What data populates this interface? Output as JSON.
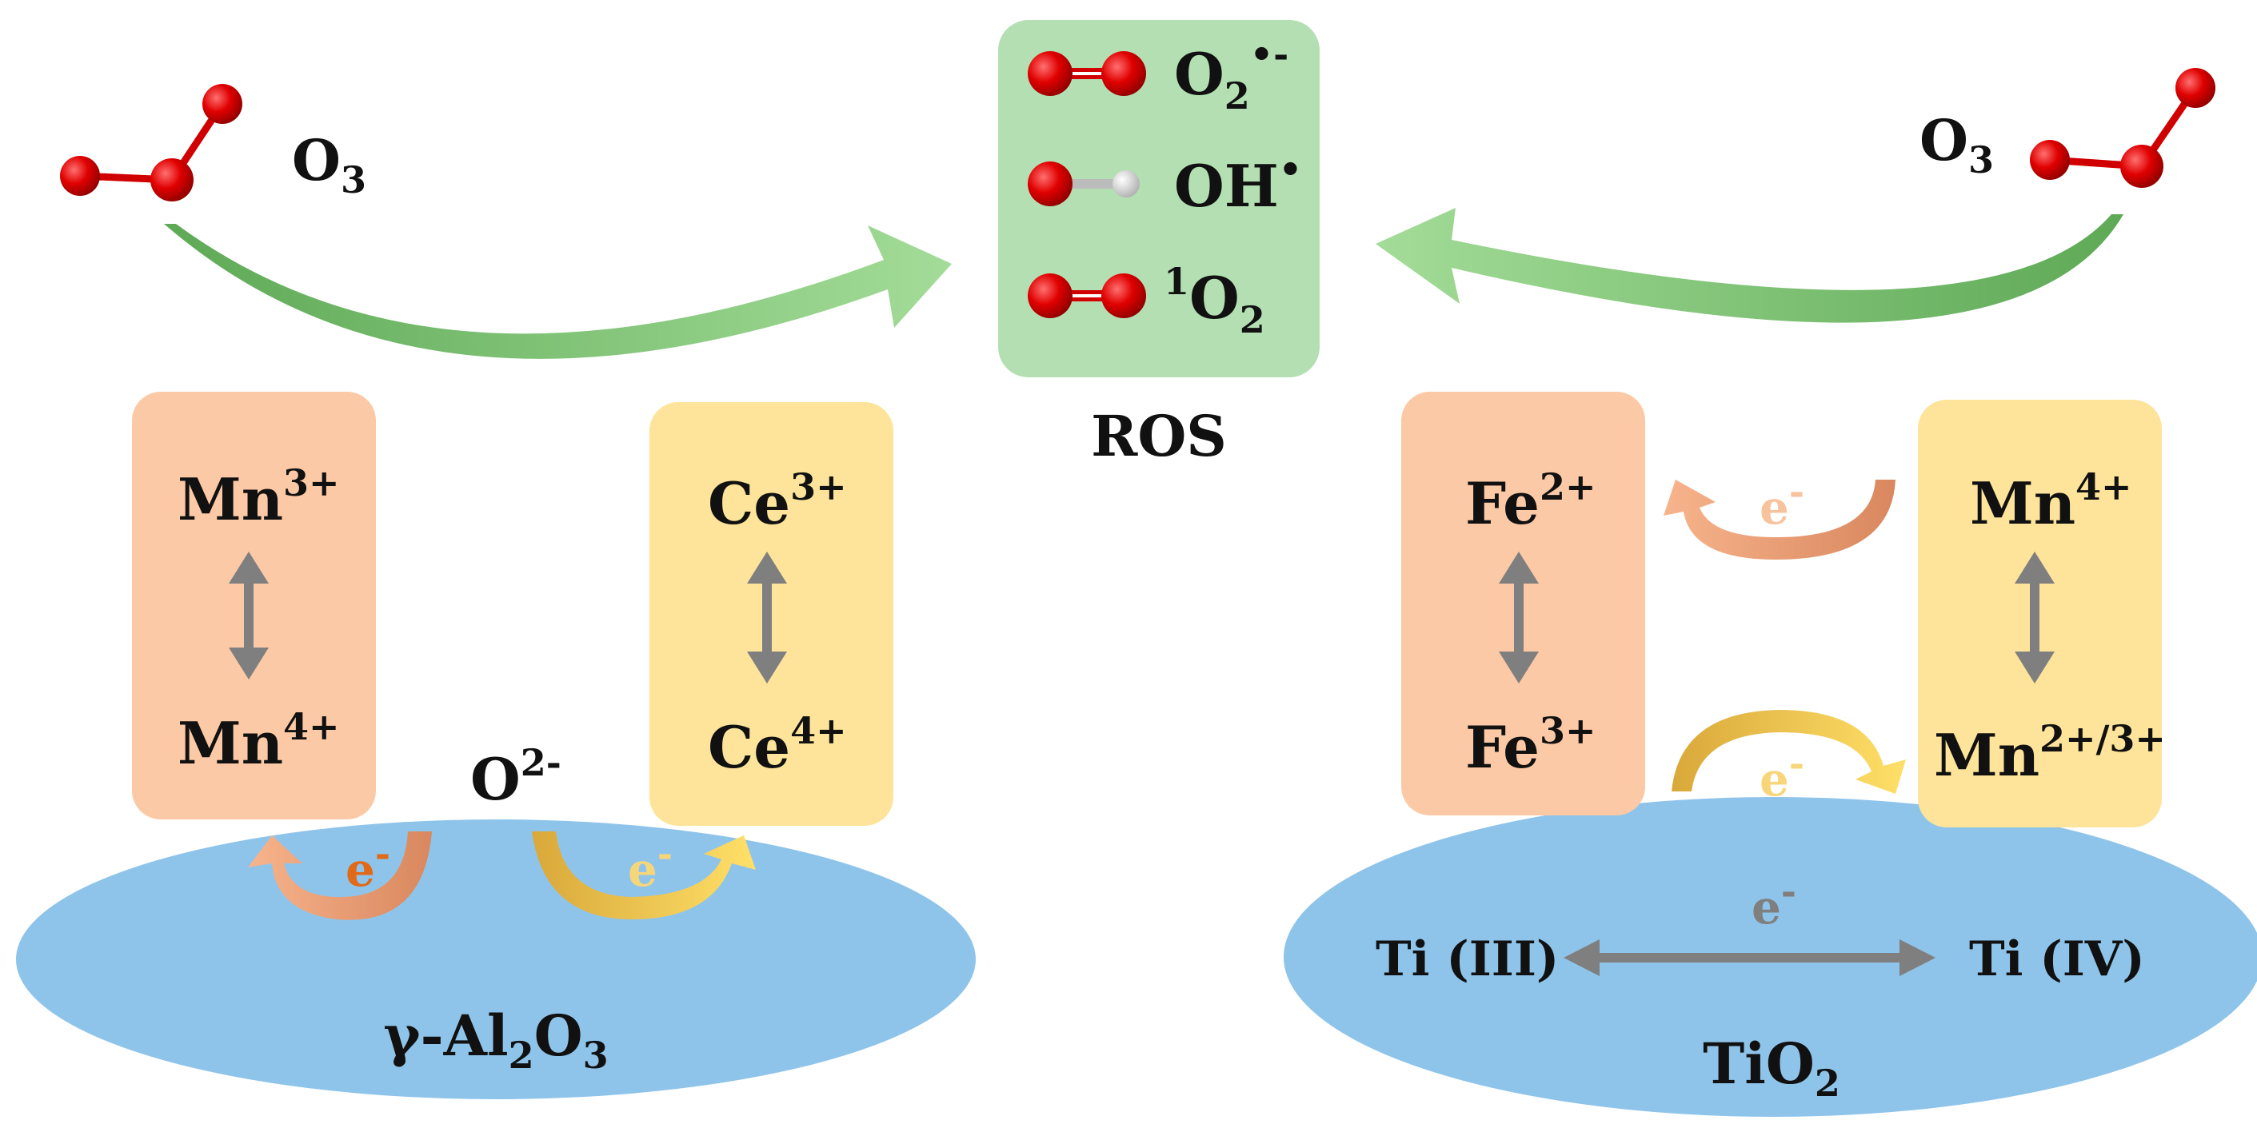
{
  "colors": {
    "ros_box": "#b4dfb2",
    "mn_box": "#fcc9a6",
    "ce_box": "#fde49a",
    "support": "#8fc4ea",
    "green_arrow": "#7dbf73",
    "gray_arrow": "#7f7f7f",
    "orange_arrow": "#f2a070",
    "yellow_arrow": "#f5c94a",
    "oxygen_atom": "#e00000",
    "hydrogen_atom": "#e8e8e8"
  },
  "ros": {
    "title": "ROS",
    "species": [
      {
        "base": "O",
        "sub": "2",
        "sup": "•-"
      },
      {
        "base": "OH",
        "sub": "",
        "sup": "•"
      },
      {
        "pre_sup": "1",
        "base": "O",
        "sub": "2"
      }
    ]
  },
  "left": {
    "ozone": {
      "base": "O",
      "sub": "3"
    },
    "mn_box": {
      "top": {
        "base": "Mn",
        "sup": "3+"
      },
      "bottom": {
        "base": "Mn",
        "sup": "4+"
      }
    },
    "ce_box": {
      "top": {
        "base": "Ce",
        "sup": "3+"
      },
      "bottom": {
        "base": "Ce",
        "sup": "4+"
      }
    },
    "oxygen_vacancy": {
      "base": "O",
      "sup": "2-"
    },
    "electron_left": {
      "base": "e",
      "sup": "-"
    },
    "electron_right": {
      "base": "e",
      "sup": "-"
    },
    "support": {
      "prefix": "γ-Al",
      "sub1": "2",
      "mid": "O",
      "sub2": "3"
    }
  },
  "right": {
    "ozone": {
      "base": "O",
      "sub": "3"
    },
    "fe_box": {
      "top": {
        "base": "Fe",
        "sup": "2+"
      },
      "bottom": {
        "base": "Fe",
        "sup": "3+"
      }
    },
    "mn_box": {
      "top": {
        "base": "Mn",
        "sup": "4+"
      },
      "bottom": {
        "base": "Mn",
        "sup": "2+/3+"
      }
    },
    "electron_top": {
      "base": "e",
      "sup": "-"
    },
    "electron_bottom": {
      "base": "e",
      "sup": "-"
    },
    "support": {
      "left_label": "Ti (III)",
      "right_label": "Ti (IV)",
      "electron": {
        "base": "e",
        "sup": "-"
      },
      "name": {
        "base": "TiO",
        "sub": "2"
      }
    }
  }
}
